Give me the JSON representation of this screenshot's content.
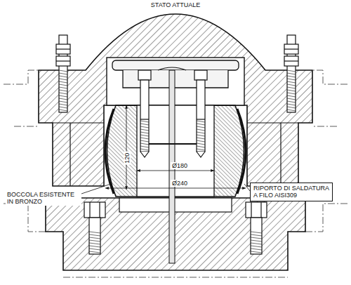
{
  "diagram": {
    "title": "STATO ATTUALE",
    "nodes": [
      {
        "text": [
          "RIPORTO DI SALDATURA A FILO AISI309"
        ]
      }
    ],
    "labels": [
      "120",
      "Ø180",
      "Ø240",
      "BOCCOLA ESISTENTE IN BRONZO"
    ]
  }
}
